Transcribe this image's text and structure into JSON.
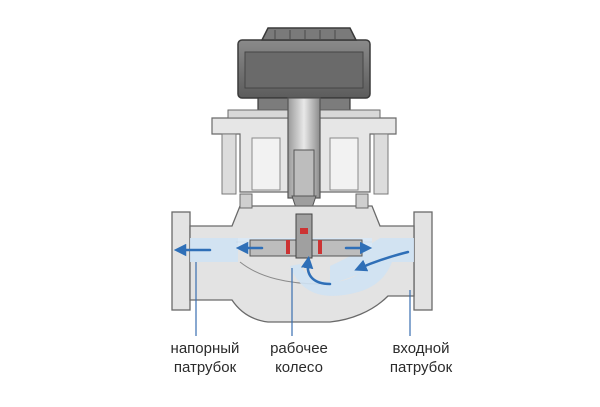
{
  "labels": {
    "outlet": {
      "line1": "напорный",
      "line2": "патрубок"
    },
    "impeller": {
      "line1": "рабочее",
      "line2": "колесо"
    },
    "inlet": {
      "line1": "входной",
      "line2": "патрубок"
    }
  },
  "colors": {
    "motor": "#6f6f6f",
    "motor_dark": "#4a4a4a",
    "housing": "#e3e3e3",
    "housing_stroke": "#6a6a6a",
    "flow": "#cfe2f3",
    "flow_arrow": "#2f6fb7",
    "impeller": "#cc3333",
    "leader": "#3a6fb0"
  }
}
